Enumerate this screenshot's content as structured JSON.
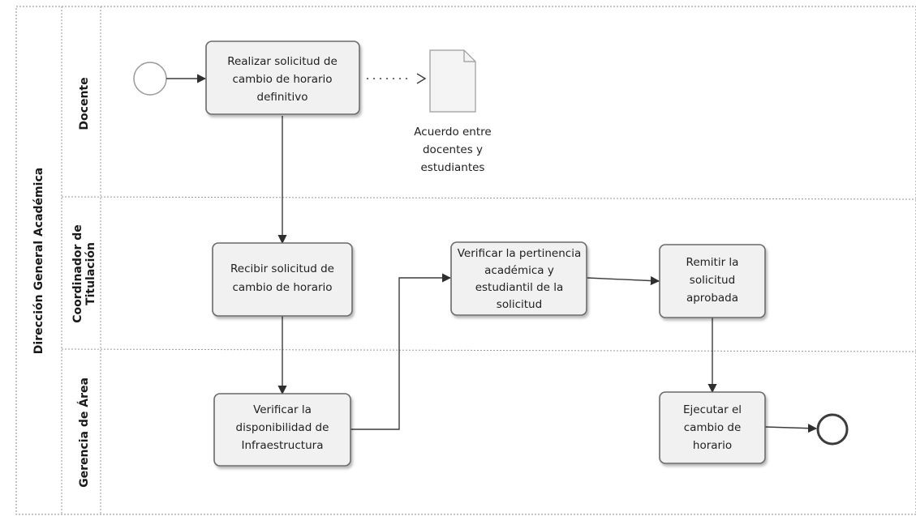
{
  "pool": {
    "label": "Dirección General Académica"
  },
  "lanes": [
    {
      "id": "docente",
      "label": "Docente"
    },
    {
      "id": "coordinador",
      "label_lines": [
        "Coordinador de",
        "Titulación"
      ]
    },
    {
      "id": "gerencia",
      "label": "Gerencia de Área"
    }
  ],
  "tasks": {
    "realizar": [
      "Realizar solicitud de",
      "cambio de horario",
      "definitivo"
    ],
    "recibir": [
      "Recibir solicitud de",
      "cambio de horario"
    ],
    "verificar_pertinencia": [
      "Verificar la pertinencia",
      "académica y",
      "estudiantil de la",
      "solicitud"
    ],
    "remitir": [
      "Remitir la",
      "solicitud",
      "aprobada"
    ],
    "verificar_infra": [
      "Verificar la",
      "disponibilidad de",
      "Infraestructura"
    ],
    "ejecutar": [
      "Ejecutar el",
      "cambio de",
      "horario"
    ]
  },
  "document": {
    "lines": [
      "Acuerdo entre",
      "docentes y",
      "estudiantes"
    ]
  },
  "colors": {
    "task_fill": "#f1f1f1",
    "task_stroke": "#6a6a6a",
    "end_event_stroke": "#3c3c3c"
  }
}
